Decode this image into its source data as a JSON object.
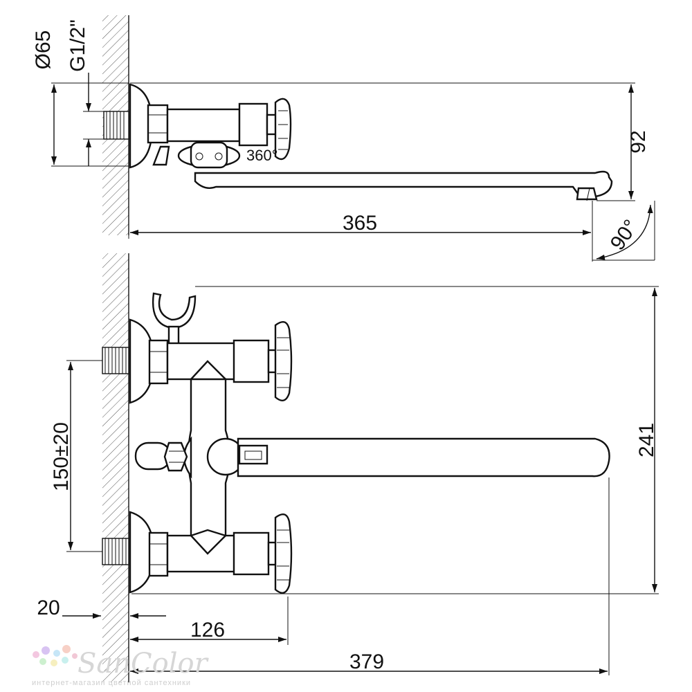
{
  "dimensions": {
    "diameter": "Ø65",
    "thread": "G1/2\"",
    "swivel": "360°",
    "height_top": "92",
    "spout_length": "365",
    "spout_angle": "90°",
    "centers": "150±20",
    "height_total": "241",
    "wall_offset": "20",
    "handle_depth": "126",
    "total_depth": "379"
  },
  "watermark": {
    "brand": "SanColor",
    "tagline": "интернет-магазин цветной сантехники"
  }
}
